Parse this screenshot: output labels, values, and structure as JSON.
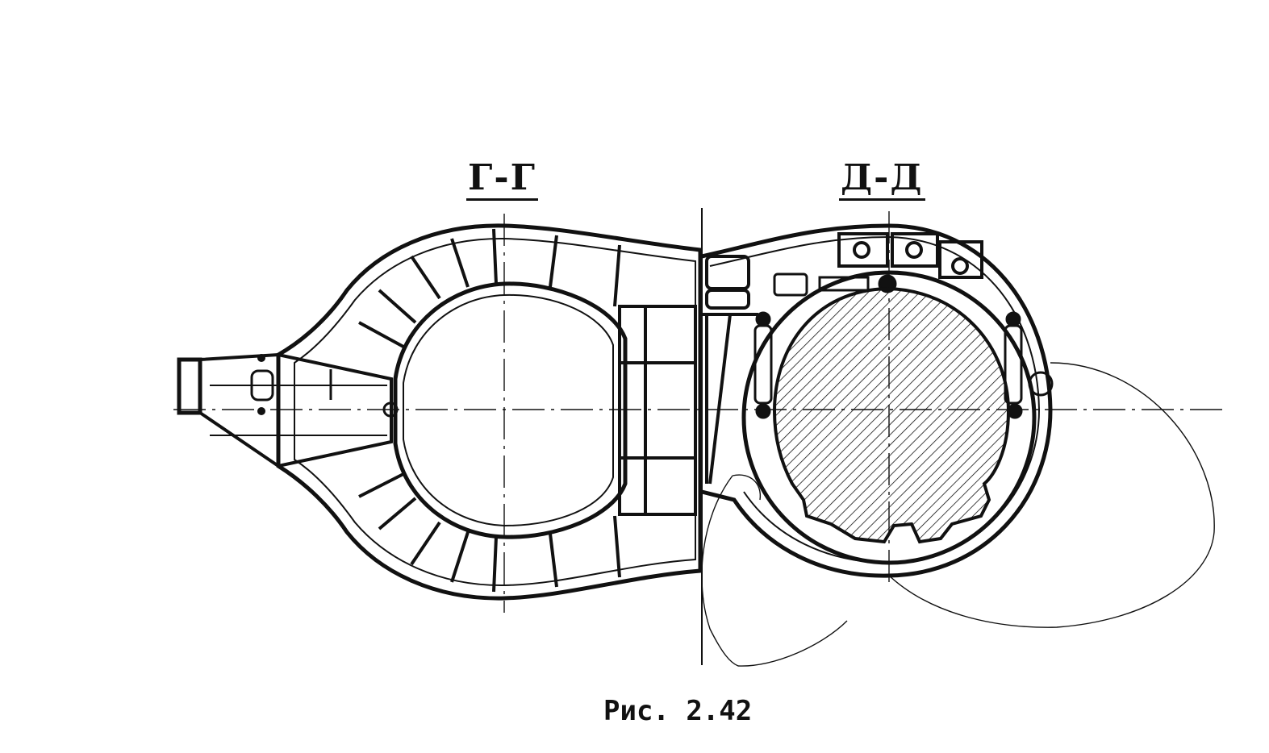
{
  "figure": {
    "section_left_label": "Г-Г",
    "section_right_label": "Д-Д",
    "caption": "Рис. 2.42"
  },
  "colors": {
    "ink": "#111111",
    "background": "#ffffff"
  }
}
